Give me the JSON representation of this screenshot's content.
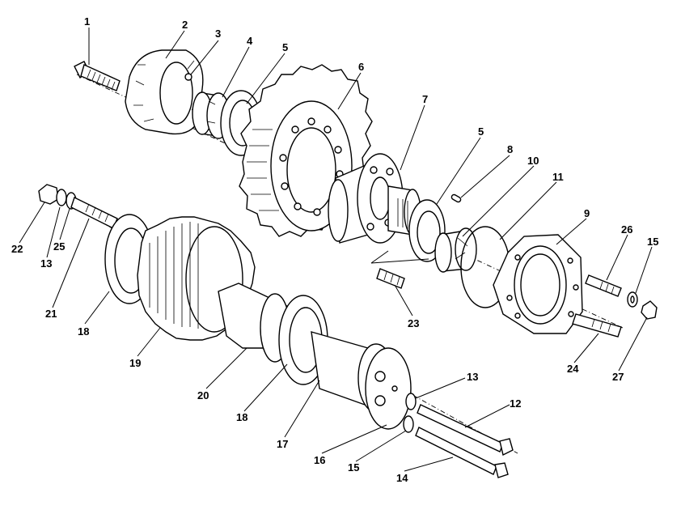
{
  "diagram": {
    "callouts": [
      {
        "id": "c1",
        "label": "1"
      },
      {
        "id": "c2",
        "label": "2"
      },
      {
        "id": "c3",
        "label": "3"
      },
      {
        "id": "c4",
        "label": "4"
      },
      {
        "id": "c5a",
        "label": "5"
      },
      {
        "id": "c6",
        "label": "6"
      },
      {
        "id": "c7",
        "label": "7"
      },
      {
        "id": "c5b",
        "label": "5"
      },
      {
        "id": "c8",
        "label": "8"
      },
      {
        "id": "c10",
        "label": "10"
      },
      {
        "id": "c11",
        "label": "11"
      },
      {
        "id": "c9",
        "label": "9"
      },
      {
        "id": "c26",
        "label": "26"
      },
      {
        "id": "c15a",
        "label": "15"
      },
      {
        "id": "c22",
        "label": "22"
      },
      {
        "id": "c13a",
        "label": "13"
      },
      {
        "id": "c25",
        "label": "25"
      },
      {
        "id": "c21",
        "label": "21"
      },
      {
        "id": "c18a",
        "label": "18"
      },
      {
        "id": "c19",
        "label": "19"
      },
      {
        "id": "c20",
        "label": "20"
      },
      {
        "id": "c18b",
        "label": "18"
      },
      {
        "id": "c17",
        "label": "17"
      },
      {
        "id": "c16",
        "label": "16"
      },
      {
        "id": "c15b",
        "label": "15"
      },
      {
        "id": "c14",
        "label": "14"
      },
      {
        "id": "c12",
        "label": "12"
      },
      {
        "id": "c13b",
        "label": "13"
      },
      {
        "id": "c23",
        "label": "23"
      },
      {
        "id": "c24",
        "label": "24"
      },
      {
        "id": "c27",
        "label": "27"
      }
    ]
  }
}
